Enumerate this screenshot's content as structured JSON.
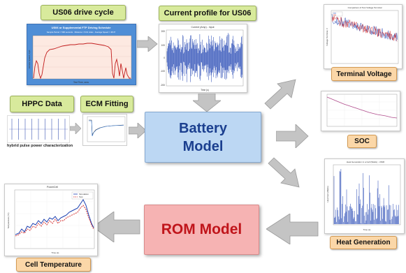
{
  "labels": {
    "us06": "US06 drive cycle",
    "current": "Current profile for US06",
    "hppc": "HPPC Data",
    "ecm": "ECM Fitting",
    "terminal": "Terminal Voltage",
    "soc": "SOC",
    "heat": "Heat Generation",
    "cell_temp": "Cell Temperature"
  },
  "boxes": {
    "battery_line1": "Battery",
    "battery_line2": "Model",
    "rom": "ROM Model"
  },
  "captions": {
    "hppc_caption": "hybrid pulse power characterization"
  },
  "plots": {
    "us06_title": "US06 or Supplemental FTP Driving Schedule",
    "us06_sub": "Sample Period = 596 seconds · Distance = 8.01 miles · Average Speed = 48.37",
    "us06_ylabel": "Vehicle Speed, mph",
    "us06_xlabel": "Test Time, secs",
    "current_title": "Current (Amp) - Input",
    "current_xlabel": "Time (s)",
    "terminal_title": "Comparison of Test Voltage Terminal",
    "terminal_ylabel": "Voltage Terminal, V",
    "heat_title": "Heat Generation in a Cell (Watts) - US06",
    "heat_ylabel": "Heat Gen (Watts)",
    "heat_xlabel": "Time (s)",
    "cell_title": "PowerCell",
    "cell_ylabel": "Temperature (°C)",
    "cell_xlabel": "Time (s)",
    "cell_legend": [
      "Simulation",
      "Test"
    ]
  },
  "colors": {
    "green_label": "#d8ea9c",
    "orange_label": "#fbd7a8",
    "battery_box": "#bcd7f3",
    "rom_box": "#f6b3b3",
    "battery_text": "#1b3f8f",
    "rom_text": "#c0151b",
    "arrow_gray": "#c4c4c4"
  }
}
